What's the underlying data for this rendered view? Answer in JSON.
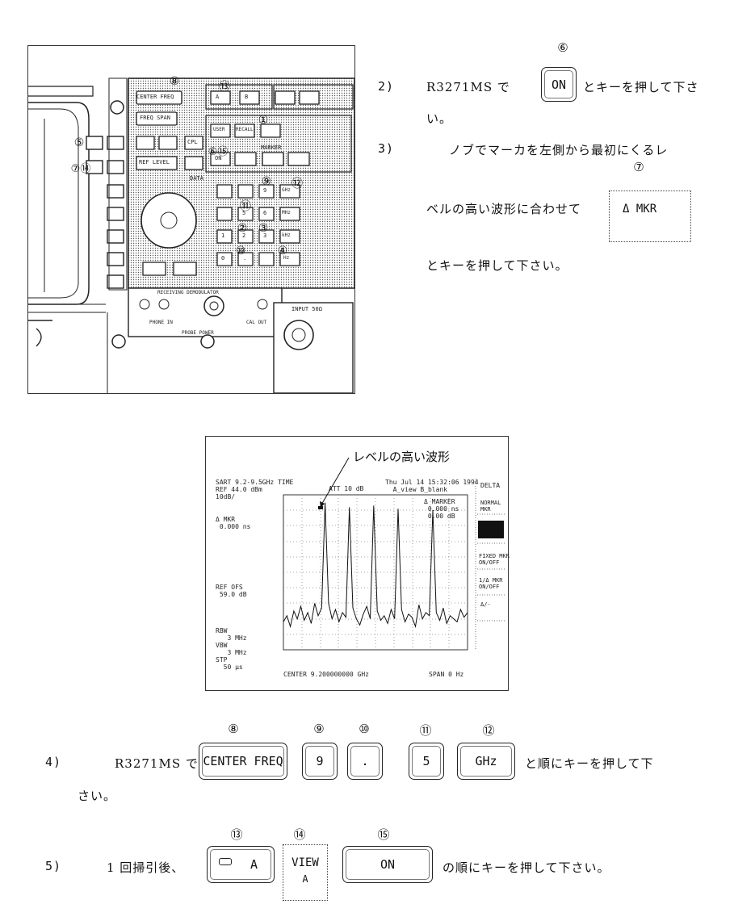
{
  "circled": {
    "c6": "⑥",
    "c7": "⑦",
    "c8": "⑧",
    "c9": "⑨",
    "c10": "⑩",
    "c11": "⑪",
    "c12": "⑫",
    "c13": "⑬",
    "c14": "⑭",
    "c15": "⑮"
  },
  "step2": {
    "num": "2)",
    "prefix": "R3271MS で",
    "key": "ON",
    "suffix": "とキーを押して下さ",
    "cont": "い。"
  },
  "step3": {
    "num": "3)",
    "line1": "ノブでマーカを左側から最初にくるレ",
    "line2": "ベルの高い波形に合わせて",
    "key": "Δ MKR",
    "line3": "とキーを押して下さい。"
  },
  "panel": {
    "labels": {
      "center_freq": "CENTER FREQ",
      "freq_span": "FREQ SPAN",
      "ref_level": "REF LEVEL",
      "cpl": "CPL",
      "data": "DATA",
      "marker": "MARKER",
      "on": "ON",
      "recall": "RECALL",
      "user": "USER",
      "input": "INPUT 50Ω",
      "demod": "RECEIVING DEMODULATOR",
      "phone_in": "PHONE IN",
      "cal_out": "CAL OUT",
      "probe_power": "PROBE POWER",
      "ghz": "GHz",
      "mhz": "MHz",
      "khz": "kHz",
      "hz": "Hz",
      "k9": "9",
      "k6": "6",
      "k5": "5",
      "k3": "3",
      "k2": "2",
      "k1": "1",
      "k0": "0",
      "kdot": ".",
      "ka": "A",
      "kb": "B"
    }
  },
  "screen": {
    "annotation": "レベルの高い波形",
    "header_left": "SART 9.2-9.5GHz TIME\nREF 44.0 dBm\n10dB/",
    "header_mid": "ATT 10 dB",
    "header_right": "Thu Jul 14 15:32:06 1994\n  A_view B_blank",
    "delta_marker": "Δ MKR\n 0.000 ns",
    "marker_box": "Δ MARKER\n 0.000 ns\n 0.00 dB",
    "ref_ofs": "REF OFS\n 59.0 dB",
    "rbw": "RBW\n   3 MHz\nVBW\n   3 MHz\nSTP\n  50 μs",
    "footer_left": "CENTER 9.200000000 GHz",
    "footer_right": "SPAN 0 Hz",
    "softkeys": {
      "delta": "DELTA",
      "normal": "NORMAL\nMKR",
      "fixed": "FIXED MKR\nON/OFF",
      "one_over_delta": "1/Δ MKR\nON/OFF",
      "blank": "Δ/-"
    }
  },
  "step4": {
    "num": "4)",
    "prefix": "R3271MS で",
    "key1": "CENTER FREQ",
    "key2": "9",
    "key3": ".",
    "key4": "5",
    "key5": "GHz",
    "suffix": "と順にキーを押して下",
    "cont": "さい。"
  },
  "step5": {
    "num": "5)",
    "prefix": "1 回掃引後、",
    "key1": "A",
    "key2a": "VIEW",
    "key2b": "A",
    "key3": "ON",
    "suffix": "の順にキーを押して下さい。"
  },
  "chart_data": {
    "type": "line",
    "title": "",
    "xlabel": "",
    "ylabel": "",
    "series": [
      {
        "values": [
          0.18,
          0.22,
          0.15,
          0.25,
          0.2,
          0.28,
          0.19,
          0.24,
          0.17,
          0.3,
          0.22,
          0.27,
          0.95,
          0.3,
          0.2,
          0.26,
          0.18,
          0.24,
          0.21,
          0.92,
          0.27,
          0.2,
          0.16,
          0.23,
          0.28,
          0.2,
          0.93,
          0.25,
          0.19,
          0.22,
          0.17,
          0.26,
          0.2,
          0.91,
          0.26,
          0.18,
          0.23,
          0.21,
          0.15,
          0.29,
          0.2,
          0.24,
          0.22,
          0.9,
          0.24,
          0.19,
          0.27,
          0.17,
          0.22,
          0.2,
          0.18,
          0.26,
          0.21,
          0.24
        ]
      }
    ]
  }
}
